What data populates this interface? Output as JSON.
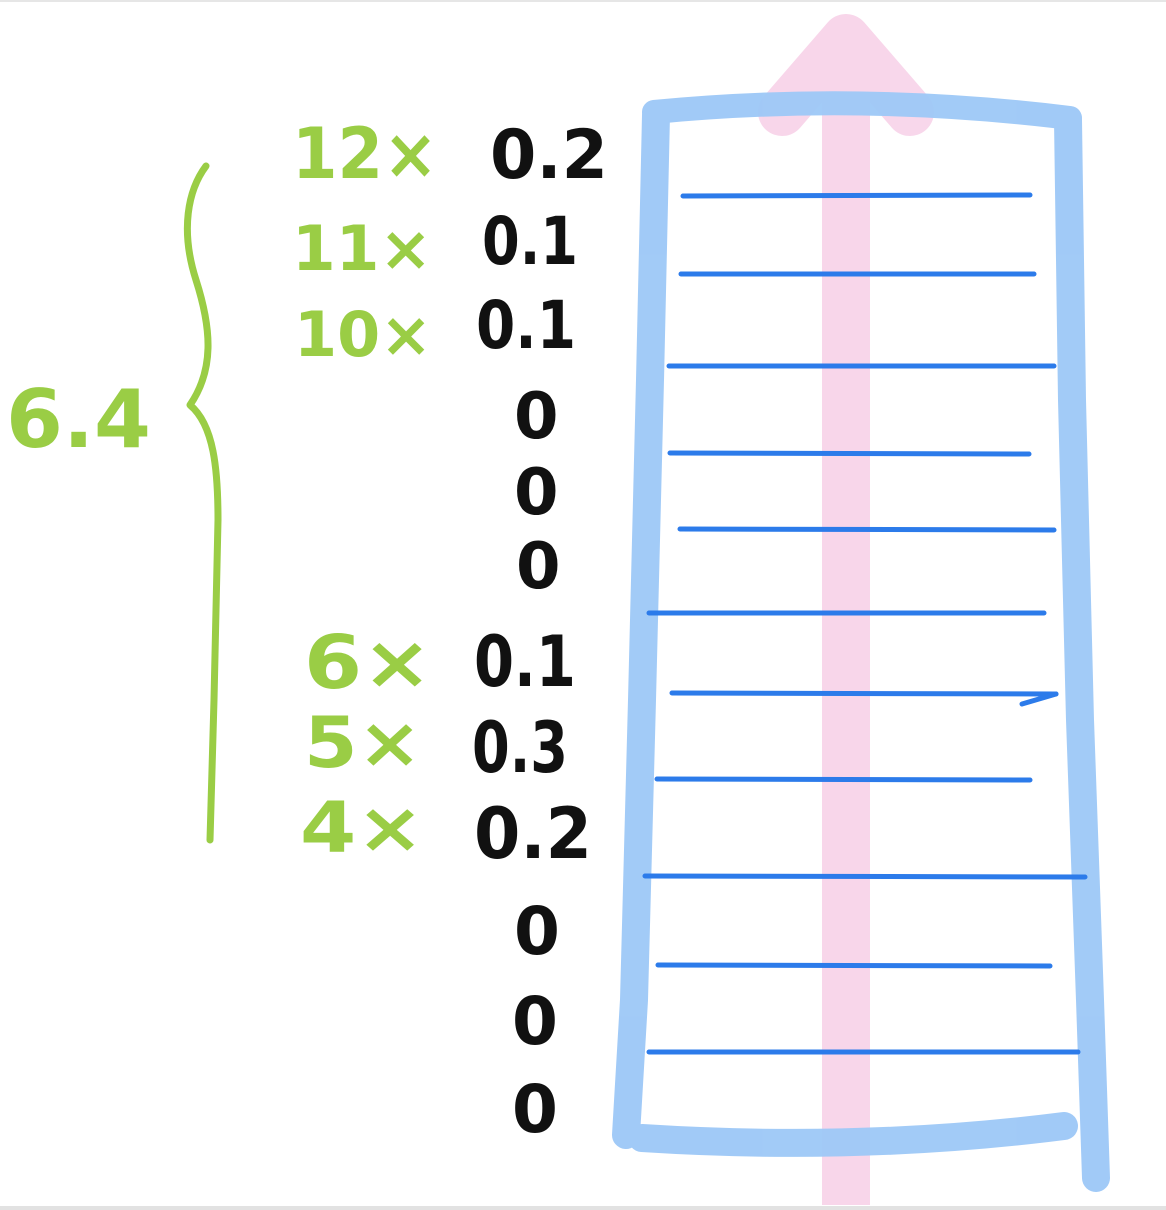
{
  "total_label": "6.4",
  "rows": [
    {
      "multiplier": "12×",
      "prob": "0.2"
    },
    {
      "multiplier": "11×",
      "prob": "0.1"
    },
    {
      "multiplier": "10×",
      "prob": "0.1"
    },
    {
      "multiplier": "",
      "prob": "0"
    },
    {
      "multiplier": "",
      "prob": "0"
    },
    {
      "multiplier": "",
      "prob": "0"
    },
    {
      "multiplier": "6×",
      "prob": "0.1"
    },
    {
      "multiplier": "5×",
      "prob": "0.3"
    },
    {
      "multiplier": "4×",
      "prob": "0.2"
    },
    {
      "multiplier": "",
      "prob": "0"
    },
    {
      "multiplier": "",
      "prob": "0"
    },
    {
      "multiplier": "",
      "prob": "0"
    }
  ],
  "colors": {
    "ladder": "#9DC8F7",
    "rung": "#2C7BEA",
    "arrow": "#F3B6DA",
    "green": "#9ACD45",
    "black": "#111111"
  }
}
